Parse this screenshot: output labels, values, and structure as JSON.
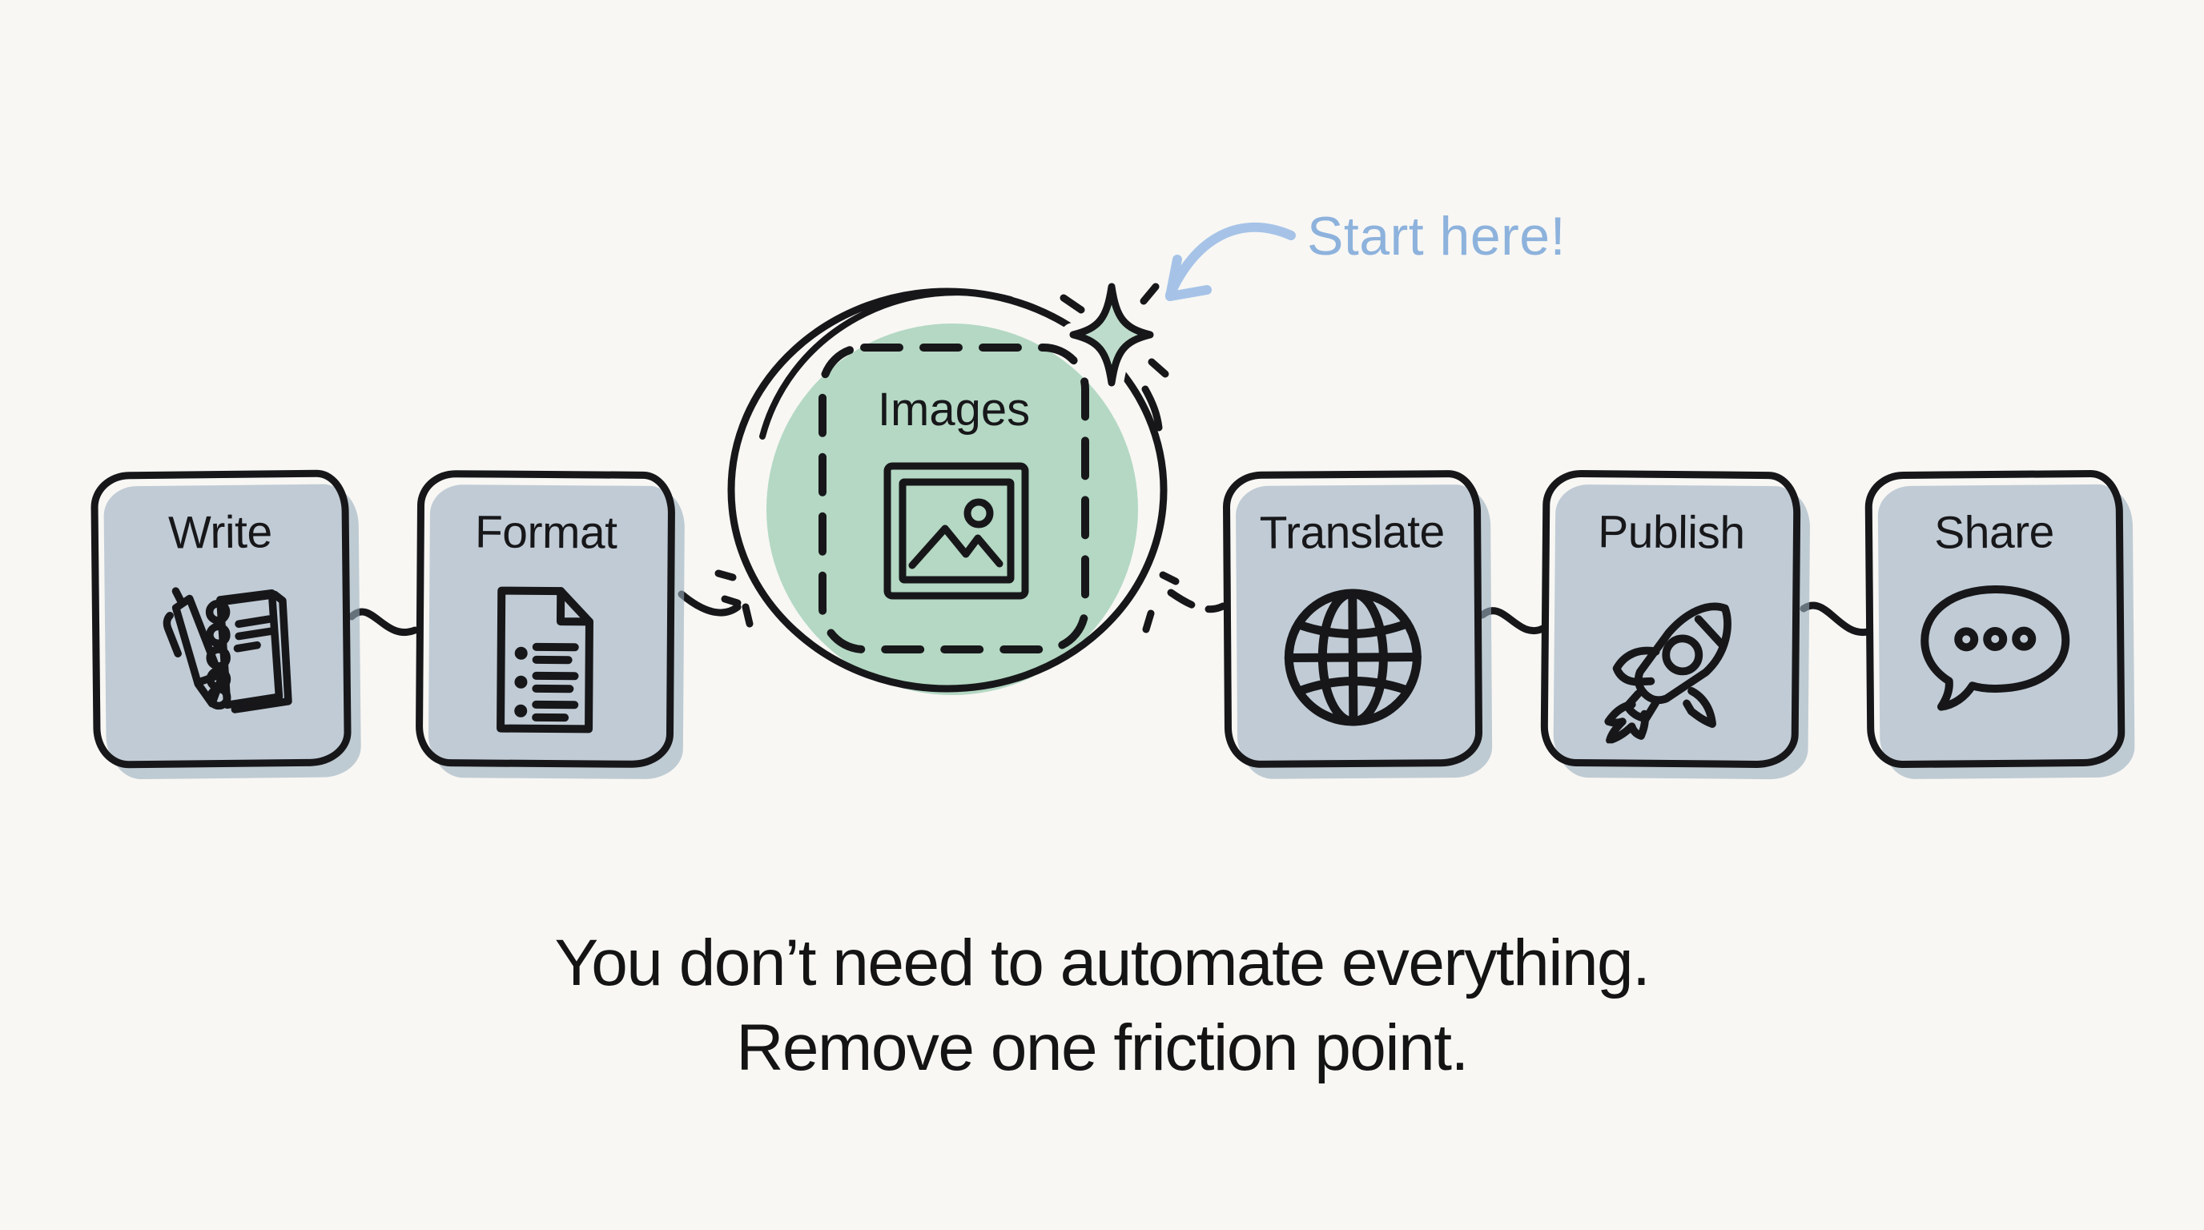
{
  "annotation": {
    "label": "Start here!",
    "text_color": "#8db2dc",
    "arrow_color": "#a6c3e7"
  },
  "hub": {
    "label": "Images",
    "icon": "image-icon",
    "highlight_color": "#b4d8c3",
    "sparkle_color": "#bedccb"
  },
  "steps": [
    {
      "id": "write",
      "label": "Write",
      "icon": "pen-notebook-icon"
    },
    {
      "id": "format",
      "label": "Format",
      "icon": "document-list-icon"
    },
    {
      "id": "translate",
      "label": "Translate",
      "icon": "globe-icon"
    },
    {
      "id": "publish",
      "label": "Publish",
      "icon": "rocket-icon"
    },
    {
      "id": "share",
      "label": "Share",
      "icon": "speech-bubble-icon"
    }
  ],
  "caption": {
    "line1": "You don’t need to automate everything.",
    "line2": "Remove one friction point."
  },
  "colors": {
    "background": "#f8f7f4",
    "ink": "#17171a",
    "card_fill": "#c0cbd5",
    "card_shadow": "#9aadbc",
    "accent_green": "#b4d8c3",
    "annotation_blue": "#8db2dc",
    "arrow_blue": "#a6c3e7"
  }
}
